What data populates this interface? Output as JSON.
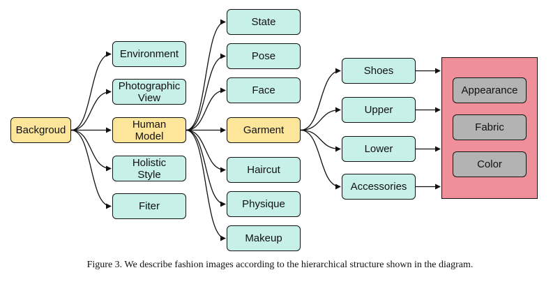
{
  "nodes": {
    "background": "Backgroud",
    "environment": "Environment",
    "photographic_view": "Photographic\nView",
    "human_model": "Human\nModel",
    "holistic_style": "Holistic\nStyle",
    "filter": "Fiter",
    "state": "State",
    "pose": "Pose",
    "face": "Face",
    "garment": "Garment",
    "haircut": "Haircut",
    "physique": "Physique",
    "makeup": "Makeup",
    "shoes": "Shoes",
    "upper": "Upper",
    "lower": "Lower",
    "accessories": "Accessories",
    "appearance": "Appearance",
    "fabric": "Fabric",
    "color": "Color"
  },
  "edges": [
    [
      "background",
      "environment"
    ],
    [
      "background",
      "photographic_view"
    ],
    [
      "background",
      "human_model"
    ],
    [
      "background",
      "holistic_style"
    ],
    [
      "background",
      "filter"
    ],
    [
      "human_model",
      "state"
    ],
    [
      "human_model",
      "pose"
    ],
    [
      "human_model",
      "face"
    ],
    [
      "human_model",
      "garment"
    ],
    [
      "human_model",
      "haircut"
    ],
    [
      "human_model",
      "physique"
    ],
    [
      "human_model",
      "makeup"
    ],
    [
      "garment",
      "shoes"
    ],
    [
      "garment",
      "upper"
    ],
    [
      "garment",
      "lower"
    ],
    [
      "garment",
      "accessories"
    ],
    [
      "shoes",
      "attributes"
    ],
    [
      "upper",
      "attributes"
    ],
    [
      "lower",
      "attributes"
    ],
    [
      "accessories",
      "attributes"
    ]
  ],
  "colors": {
    "leaf_fill": "#c7f0e9",
    "branch_fill": "#fde59a",
    "attribute_fill": "#b3b3b3",
    "attribute_panel": "#ef8f99"
  },
  "caption": "Figure 3. We describe fashion images according to the hierarchical structure shown in the diagram."
}
